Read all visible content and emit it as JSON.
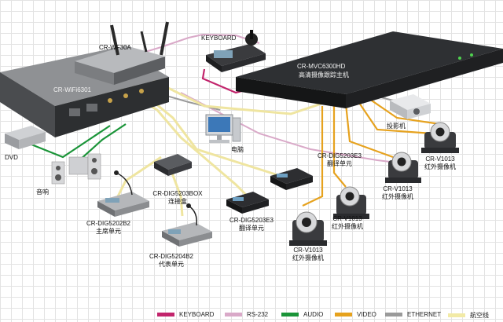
{
  "devices": {
    "wf30a": "CR-WF30A",
    "wifi6301": "CR-WiFi6301",
    "keyboard": "KEYBOARD",
    "mvc_model": "CR-MVC6300HD",
    "mvc_name": "高清摄像跟踪主机",
    "dvd": "DVD",
    "audio_out": "音响",
    "pc": "电脑",
    "projector": "投影机",
    "box_model": "CR-DIG5203BOX",
    "box_name": "连接盒",
    "chair_model": "CR-DIG5202B2",
    "chair_name": "主席单元",
    "delegate_model": "CR-DIG5204B2",
    "delegate_name": "代表单元",
    "interp1_model": "CR-DIG5203E3",
    "interp1_name": "翻译单元",
    "interp2_model": "CR-DIG5203E3",
    "interp2_name": "翻译单元",
    "cam1_model": "CR-V1013",
    "cam1_name": "红外摄像机",
    "cam2_model": "CR-V1013",
    "cam2_name": "红外摄像机",
    "cam3_model": "CR-V1013",
    "cam3_name": "红外摄像机",
    "cam4_model": "CR-V1013",
    "cam4_name": "红外摄像机"
  },
  "legend": [
    {
      "label": "KEYBOARD",
      "color": "#c2246c"
    },
    {
      "label": "RS-232",
      "color": "#d9a9c8"
    },
    {
      "label": "AUDIO",
      "color": "#1a9438"
    },
    {
      "label": "VIDEO",
      "color": "#e6a21e"
    },
    {
      "label": "ETHERNET",
      "color": "#9a9a9a"
    },
    {
      "label": "航空线",
      "color": "#f2eaa6"
    }
  ]
}
